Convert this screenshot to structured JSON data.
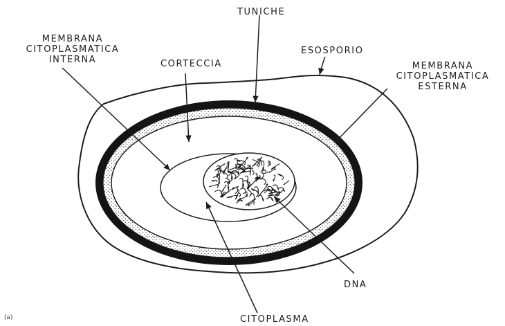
{
  "figure_tag": "(a)",
  "labels": {
    "tuniche": "TUNICHE",
    "esosporio": "ESOSPORIO",
    "corteccia": "CORTECCIA",
    "membrana_interna": [
      "MEMBRANA",
      "CITOPLASMATICA",
      "INTERNA"
    ],
    "membrana_esterna": [
      "MEMBRANA",
      "CITOPLASMATICA",
      "ESTERNA"
    ],
    "dna": "DNA",
    "citoplasma": "CITOPLASMA"
  },
  "colors": {
    "ink": "#1c1c1c",
    "tunic_fill": "#141414",
    "background": "#ffffff"
  }
}
